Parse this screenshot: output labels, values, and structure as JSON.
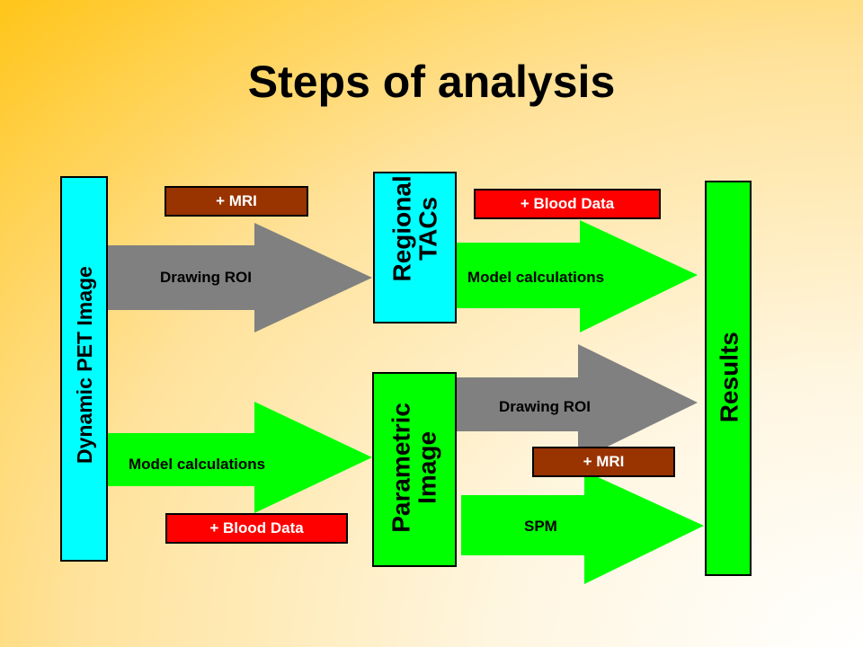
{
  "title": "Steps of analysis",
  "boxes": {
    "dynamic_pet": "Dynamic PET Image",
    "regional_tacs": [
      "Regional",
      "TACs"
    ],
    "parametric": [
      "Parametric",
      "Image"
    ],
    "results": "Results"
  },
  "arrows": {
    "drawing_roi_1": "Drawing ROI",
    "model_calc_1": "Model calculations",
    "model_calc_2": "Model calculations",
    "drawing_roi_2": "Drawing ROI",
    "spm": "SPM"
  },
  "tags": {
    "mri_1": "+ MRI",
    "blood_1": "+ Blood Data",
    "blood_2": "+ Blood Data",
    "mri_2": "+ MRI"
  },
  "colors": {
    "cyan": "#00ffff",
    "green": "#00ff00",
    "gray": "#808080",
    "red": "#ff0000",
    "brown": "#993300"
  }
}
